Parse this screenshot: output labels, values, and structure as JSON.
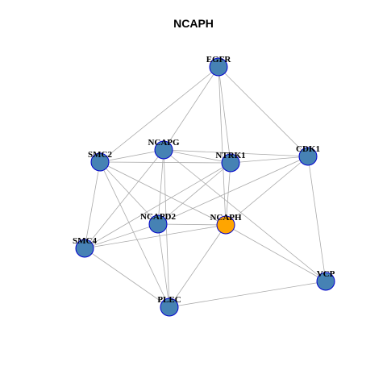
{
  "title": "NCAPH",
  "colors": {
    "node_fill": "#4682B4",
    "node_stroke": "#0000CD",
    "highlight_fill": "#FFA500",
    "edge": "#AAAAAA"
  },
  "network": {
    "nodes": [
      {
        "id": "EGFR",
        "label": "EGFR",
        "highlight": false
      },
      {
        "id": "NCAPG",
        "label": "NCAPG",
        "highlight": false
      },
      {
        "id": "SMC2",
        "label": "SMC2",
        "highlight": false
      },
      {
        "id": "NTRK1",
        "label": "NTRK1",
        "highlight": false
      },
      {
        "id": "CDK1",
        "label": "CDK1",
        "highlight": false
      },
      {
        "id": "NCAPD2",
        "label": "NCAPD2",
        "highlight": false
      },
      {
        "id": "NCAPH",
        "label": "NCAPH",
        "highlight": true
      },
      {
        "id": "SMC4",
        "label": "SMC4",
        "highlight": false
      },
      {
        "id": "VCP",
        "label": "VCP",
        "highlight": false
      },
      {
        "id": "PLEC",
        "label": "PLEC",
        "highlight": false
      }
    ],
    "edges": [
      [
        "EGFR",
        "SMC2"
      ],
      [
        "EGFR",
        "NCAPG"
      ],
      [
        "EGFR",
        "NTRK1"
      ],
      [
        "EGFR",
        "CDK1"
      ],
      [
        "EGFR",
        "NCAPH"
      ],
      [
        "SMC2",
        "NCAPG"
      ],
      [
        "SMC2",
        "NTRK1"
      ],
      [
        "SMC2",
        "SMC4"
      ],
      [
        "SMC2",
        "NCAPH"
      ],
      [
        "SMC2",
        "PLEC"
      ],
      [
        "SMC2",
        "NCAPD2"
      ],
      [
        "NCAPG",
        "NTRK1"
      ],
      [
        "NCAPG",
        "NCAPD2"
      ],
      [
        "NCAPG",
        "SMC4"
      ],
      [
        "NCAPG",
        "PLEC"
      ],
      [
        "NCAPG",
        "VCP"
      ],
      [
        "NCAPG",
        "CDK1"
      ],
      [
        "NTRK1",
        "CDK1"
      ],
      [
        "NTRK1",
        "NCAPH"
      ],
      [
        "NTRK1",
        "NCAPD2"
      ],
      [
        "NTRK1",
        "SMC4"
      ],
      [
        "CDK1",
        "NCAPH"
      ],
      [
        "CDK1",
        "NCAPD2"
      ],
      [
        "CDK1",
        "VCP"
      ],
      [
        "NCAPD2",
        "NCAPH"
      ],
      [
        "NCAPD2",
        "SMC4"
      ],
      [
        "NCAPD2",
        "PLEC"
      ],
      [
        "NCAPH",
        "SMC4"
      ],
      [
        "NCAPH",
        "PLEC"
      ],
      [
        "NCAPH",
        "VCP"
      ],
      [
        "SMC4",
        "PLEC"
      ],
      [
        "PLEC",
        "VCP"
      ]
    ]
  }
}
